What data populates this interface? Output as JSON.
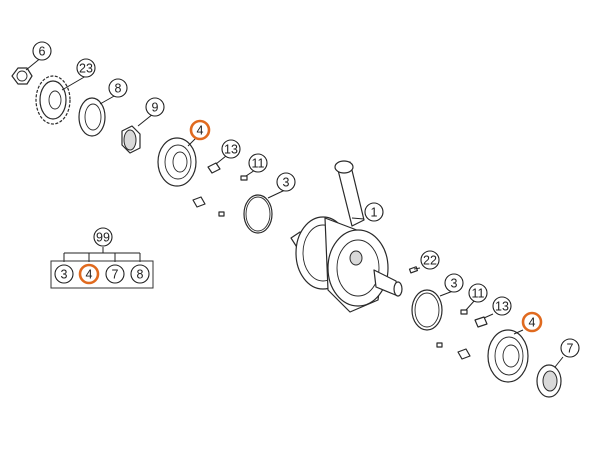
{
  "callouts": [
    {
      "id": "c6",
      "label": "6",
      "highlight": false
    },
    {
      "id": "c23",
      "label": "23",
      "highlight": false
    },
    {
      "id": "c8",
      "label": "8",
      "highlight": false
    },
    {
      "id": "c9",
      "label": "9",
      "highlight": false
    },
    {
      "id": "c4a",
      "label": "4",
      "highlight": true
    },
    {
      "id": "c13a",
      "label": "13",
      "highlight": false
    },
    {
      "id": "c11a",
      "label": "11",
      "highlight": false
    },
    {
      "id": "c3a",
      "label": "3",
      "highlight": false
    },
    {
      "id": "c1",
      "label": "1",
      "highlight": false
    },
    {
      "id": "c22",
      "label": "22",
      "highlight": false
    },
    {
      "id": "c3b",
      "label": "3",
      "highlight": false
    },
    {
      "id": "c11b",
      "label": "11",
      "highlight": false
    },
    {
      "id": "c13b",
      "label": "13",
      "highlight": false
    },
    {
      "id": "c4b",
      "label": "4",
      "highlight": true
    },
    {
      "id": "c7",
      "label": "7",
      "highlight": false
    }
  ],
  "kit": {
    "label": "99",
    "items": [
      {
        "label": "3",
        "highlight": false
      },
      {
        "label": "4",
        "highlight": true
      },
      {
        "label": "7",
        "highlight": false
      },
      {
        "label": "8",
        "highlight": false
      }
    ]
  },
  "colors": {
    "highlight": "#e06a1f",
    "line": "#2a2a2a"
  }
}
